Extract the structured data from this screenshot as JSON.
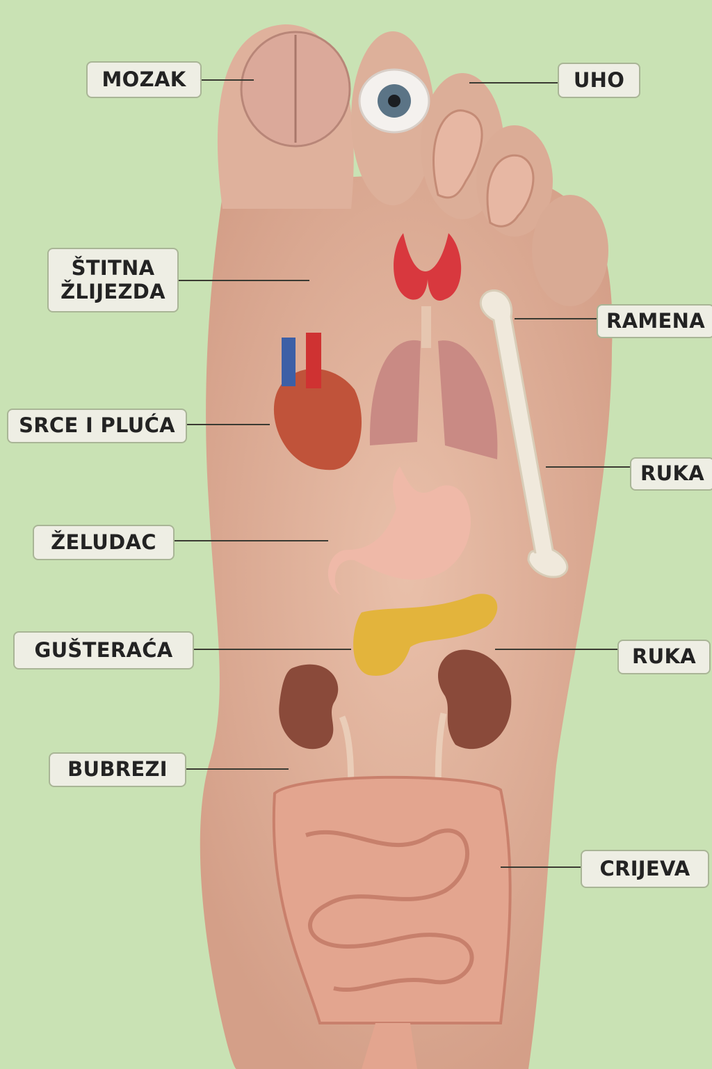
{
  "labels": {
    "brain": "MOZAK",
    "ear": "UHO",
    "thyroid_1": "ŠTITNA",
    "thyroid_2": "ŽLIJEZDA",
    "shoulders": "RAMENA",
    "heart_lungs": "SRCE I PLUĆA",
    "arm_upper": "RUKA",
    "stomach": "ŽELUDAC",
    "pancreas": "GUŠTERAĆA",
    "arm_lower": "RUKA",
    "kidneys": "BUBREZI",
    "intestines": "CRIJEVA"
  },
  "colors": {
    "background": "#c9e2b4",
    "skin": "#e2b49e",
    "label_bg": "#eeeee4"
  }
}
